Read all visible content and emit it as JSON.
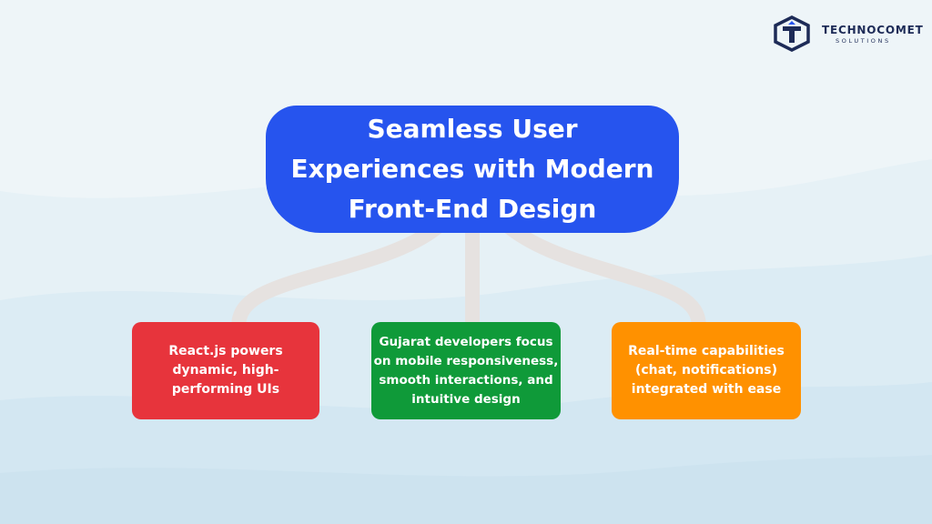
{
  "logo": {
    "name": "TECHNOCOMET",
    "subtitle": "SOLUTIONS"
  },
  "title": "Seamless User Experiences with Modern Front-End Design",
  "cards": [
    {
      "text": "React.js powers dynamic, high-performing UIs",
      "color": "#e7343c"
    },
    {
      "text": "Gujarat developers focus on mobile responsiveness, smooth interactions, and intuitive design",
      "color": "#0f9a39"
    },
    {
      "text": "Real-time capabilities (chat, notifications) integrated with ease",
      "color": "#ff9100"
    }
  ],
  "colors": {
    "title_box": "#2654ee",
    "connector": "#e6e2e0",
    "background": "#eef5f8",
    "logo": "#1d2b57"
  }
}
